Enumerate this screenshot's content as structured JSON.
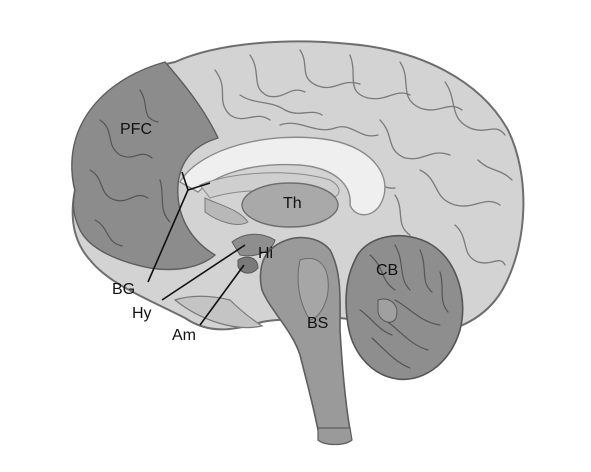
{
  "labels": {
    "pfc": "PFC",
    "th": "Th",
    "hi": "Hi",
    "cb": "CB",
    "bs": "BS",
    "bg": "BG",
    "hy": "Hy",
    "am": "Am"
  },
  "colors": {
    "cortex": "#d3d3d3",
    "pfc": "#8c8c8c",
    "corpus_callosum": "#efefef",
    "thalamus": "#a9a9a9",
    "brainstem": "#9a9a9a",
    "cerebellum": "#8e8e8e",
    "outline": "#6a6a6a"
  }
}
